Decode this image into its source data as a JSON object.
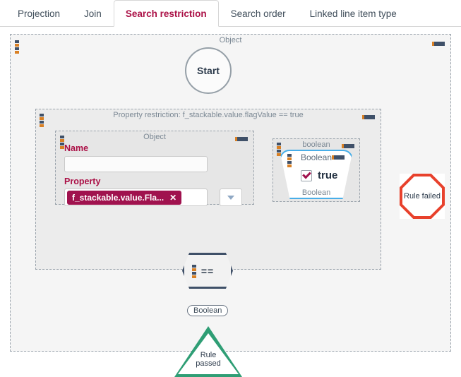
{
  "tabs": [
    {
      "label": "Projection",
      "active": false
    },
    {
      "label": "Join",
      "active": false
    },
    {
      "label": "Search restriction",
      "active": true
    },
    {
      "label": "Search order",
      "active": false
    },
    {
      "label": "Linked line item type",
      "active": false
    }
  ],
  "colors": {
    "accent": "#ab1046",
    "chip": "#a0124e",
    "node_border": "#3f5068",
    "fail": "#e8412c",
    "pass": "#2f9e75",
    "boolean_border": "#49aee8",
    "handle_orange": "#d98024"
  },
  "canvas": {
    "outer_container": {
      "label": "Object"
    },
    "start_node": {
      "label": "Start"
    },
    "restriction_container": {
      "label": "Property restriction: f_stackable.value.flagValue == true"
    },
    "object_form": {
      "label": "Object",
      "name_label": "Name",
      "name_value": "",
      "name_placeholder": "",
      "property_label": "Property",
      "property_chip": "f_stackable.value.Fla...",
      "property_chip_remove": "✕"
    },
    "boolean_container": {
      "label": "boolean",
      "trapezoid_title": "Boolean",
      "trapezoid_footer": "Boolean",
      "checkbox_checked": true,
      "checkbox_label": "true"
    },
    "equals_node": {
      "label": "=="
    },
    "rule_failed": {
      "label": "Rule failed"
    },
    "boolean_pill": {
      "label": "Boolean"
    },
    "rule_passed": {
      "line1": "Rule",
      "line2": "passed"
    }
  }
}
